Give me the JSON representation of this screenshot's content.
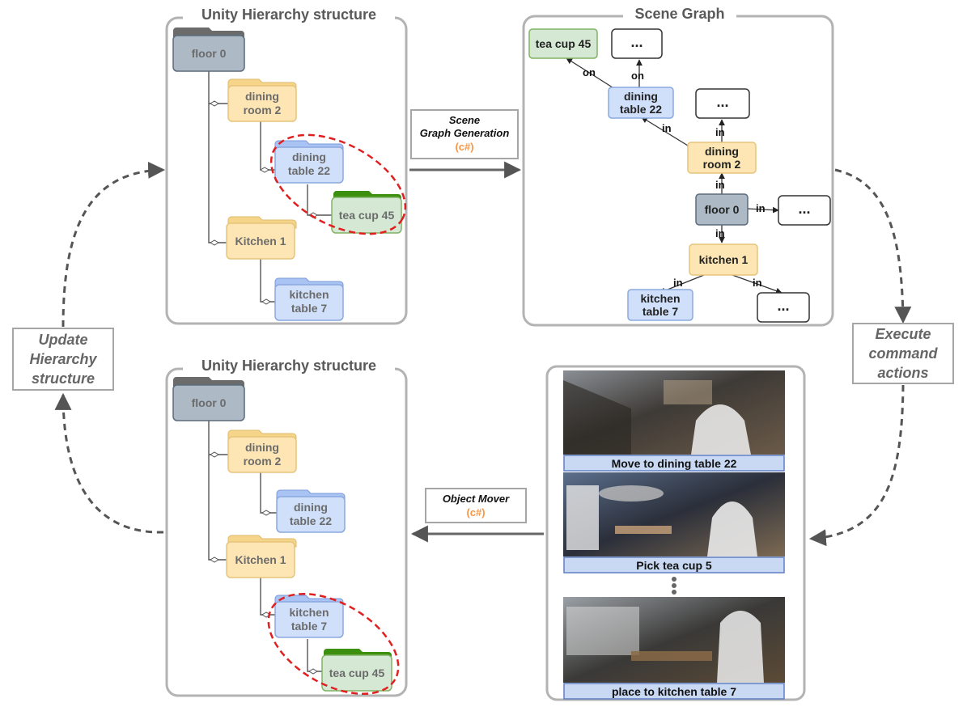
{
  "top_hierarchy": {
    "title": "Unity Hierarchy structure",
    "nodes": {
      "floor": "floor 0",
      "room_a": "dining",
      "room_b": "room 2",
      "table_a": "dining",
      "table_b": "table 22",
      "cup": "tea cup 45",
      "kitchen": "Kitchen 1",
      "ktable_a": "kitchen",
      "ktable_b": "table 7"
    }
  },
  "bottom_hierarchy": {
    "title": "Unity Hierarchy structure",
    "nodes": {
      "floor": "floor 0",
      "room_a": "dining",
      "room_b": "room 2",
      "table_a": "dining",
      "table_b": "table 22",
      "kitchen": "Kitchen 1",
      "ktable_a": "kitchen",
      "ktable_b": "table 7",
      "cup": "tea cup 45"
    }
  },
  "scene_graph": {
    "title": "Scene Graph",
    "nodes": {
      "cup": "tea cup 45",
      "table_a": "dining",
      "table_b": "table 22",
      "room_a": "dining",
      "room_b": "room 2",
      "floor": "floor 0",
      "kitchen": "kitchen 1",
      "ktable_a": "kitchen",
      "ktable_b": "table 7",
      "dots": "..."
    },
    "edge_on": "on",
    "edge_in": "in"
  },
  "labels": {
    "sg_generation_1": "Scene",
    "sg_generation_2": "Graph Generation",
    "sg_generation_lang": "(c#)",
    "object_mover": "Object Mover",
    "object_mover_lang": "(c#)",
    "execute_1": "Execute",
    "execute_2": "command",
    "execute_3": "actions",
    "update_1": "Update",
    "update_2": "Hierarchy",
    "update_3": "structure"
  },
  "actions": {
    "step1": "Move to dining table 22",
    "step2": "Pick tea cup 5",
    "step3": "place to kitchen table 7"
  },
  "colors": {
    "gray_folder": "#adb9c4",
    "gray_tab": "#6b6b6b",
    "orange_folder": "#fde6b4",
    "blue_folder": "#d0e0fb",
    "green_folder": "#d5e8d4",
    "green_tab": "#3d8f10",
    "highlight": "#e02020"
  }
}
